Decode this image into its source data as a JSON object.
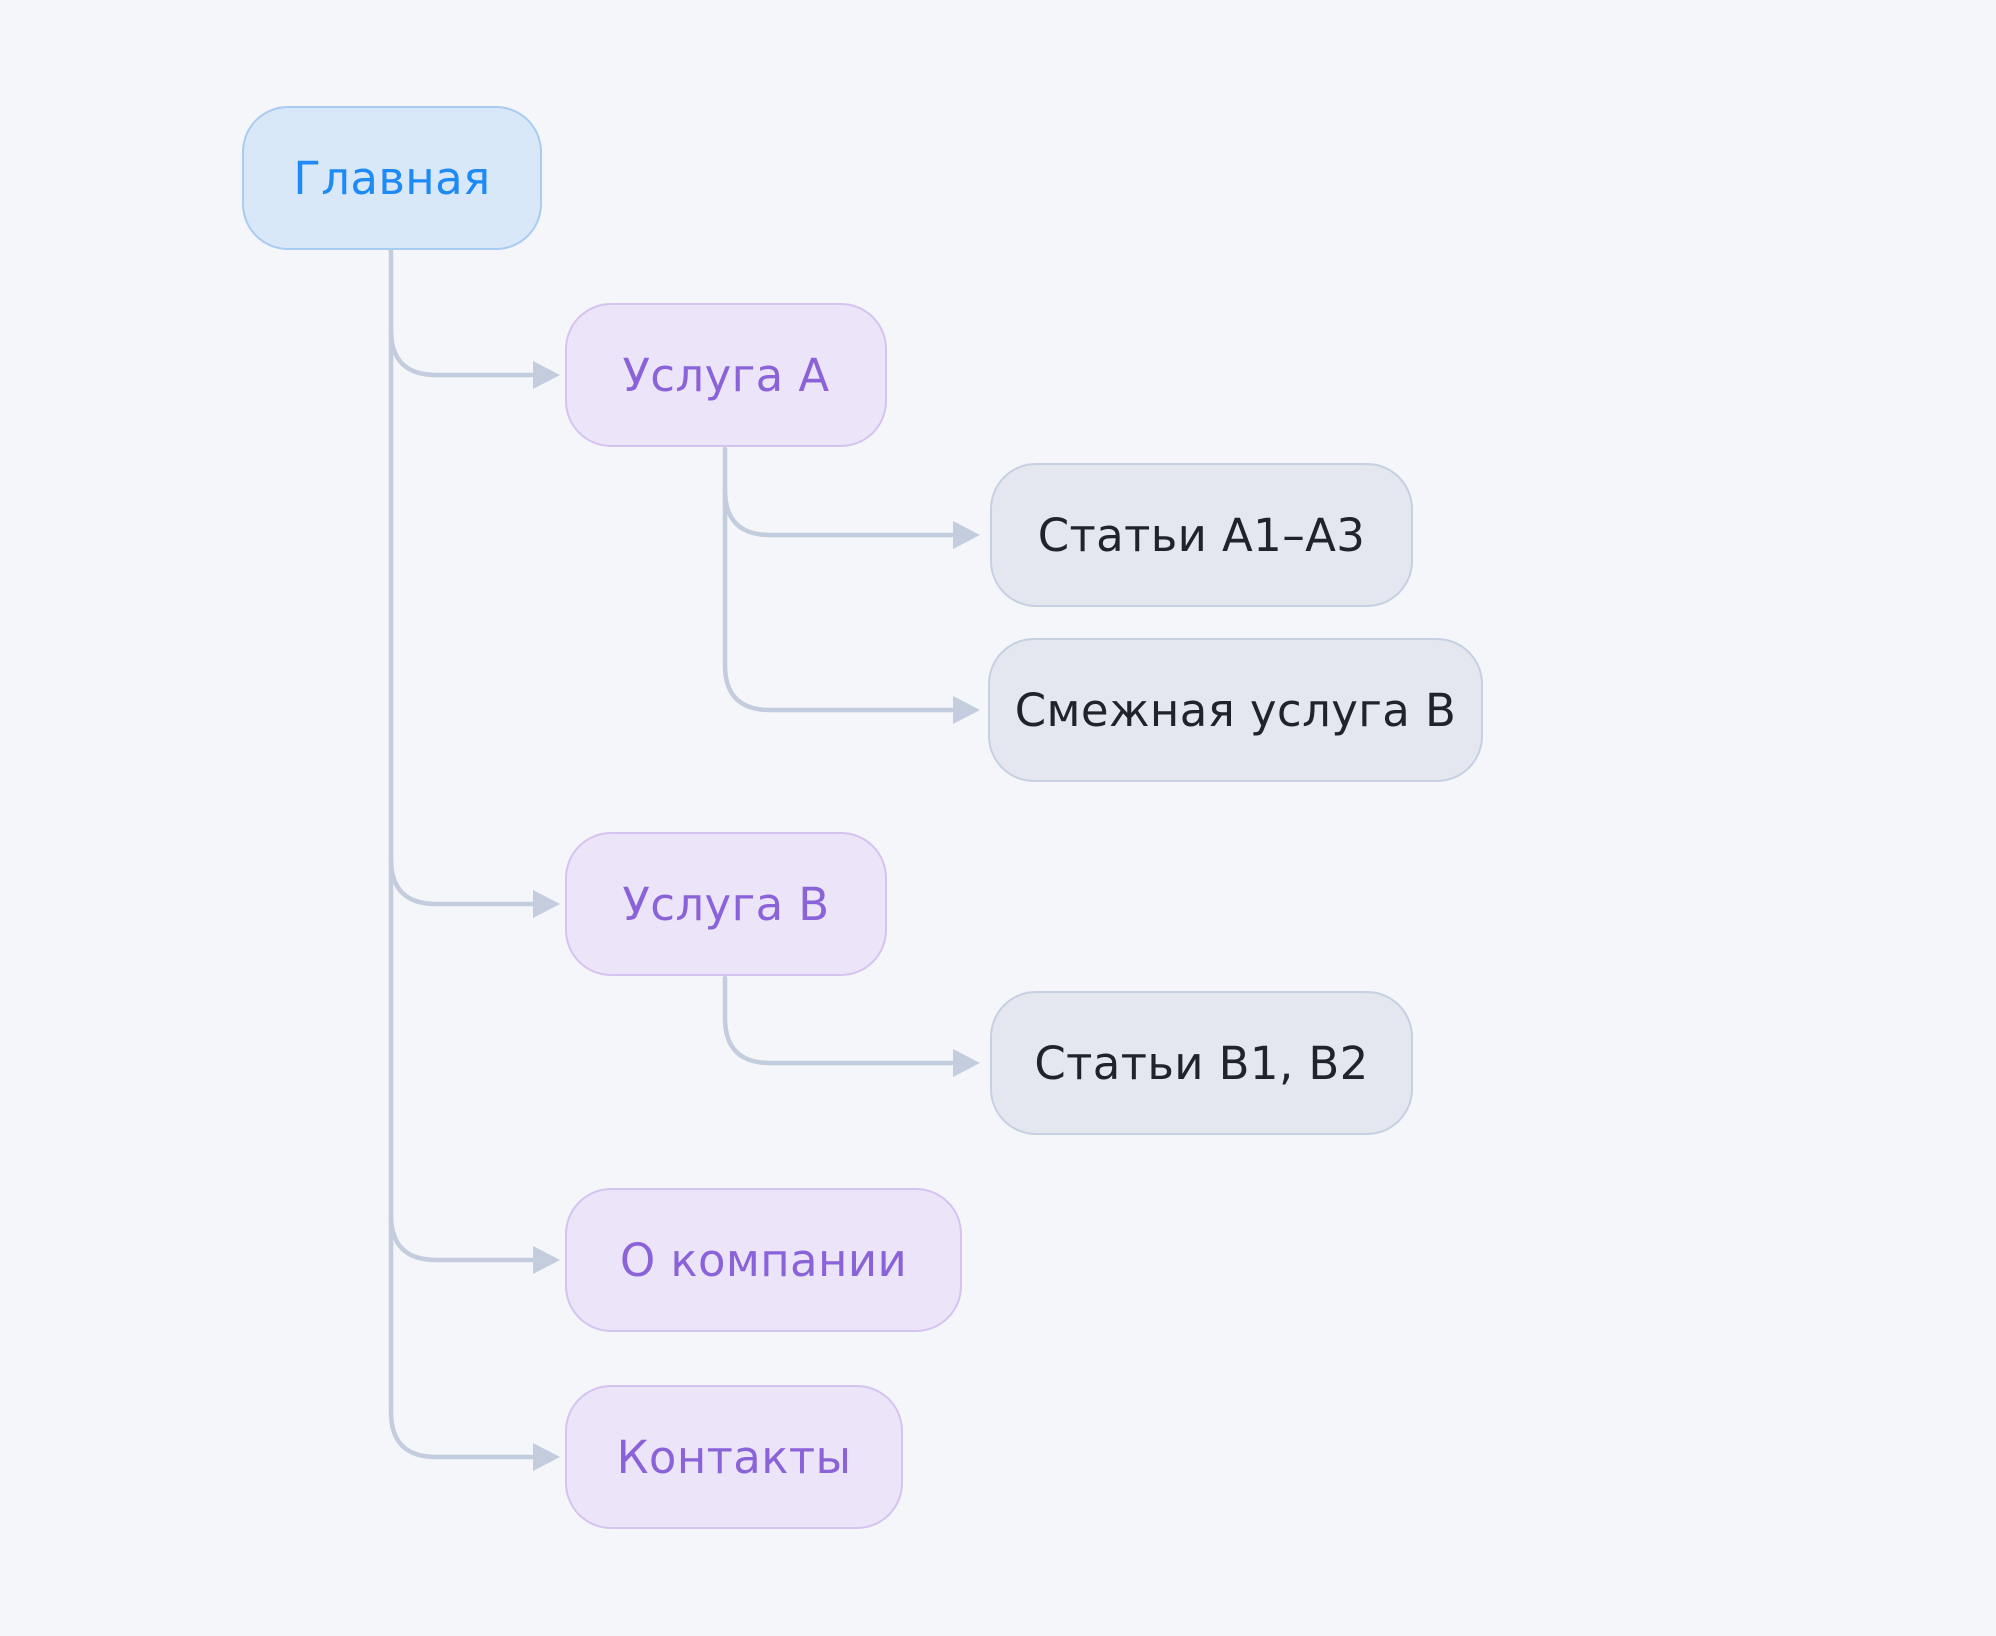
{
  "diagram": {
    "kind": "site-structure-flowchart",
    "nodes": [
      {
        "id": "home",
        "label": "Главная",
        "role": "primary"
      },
      {
        "id": "service-a",
        "label": "Услуга А",
        "role": "secondary"
      },
      {
        "id": "articles-a",
        "label": "Статьи А1–А3",
        "role": "tertiary"
      },
      {
        "id": "related-b",
        "label": "Смежная услуга В",
        "role": "tertiary"
      },
      {
        "id": "service-b",
        "label": "Услуга В",
        "role": "secondary"
      },
      {
        "id": "articles-b",
        "label": "Статьи В1, В2",
        "role": "tertiary"
      },
      {
        "id": "about",
        "label": "О компании",
        "role": "secondary"
      },
      {
        "id": "contacts",
        "label": "Контакты",
        "role": "secondary"
      }
    ],
    "edges": [
      {
        "from": "home",
        "to": "service-a"
      },
      {
        "from": "home",
        "to": "service-b"
      },
      {
        "from": "home",
        "to": "about"
      },
      {
        "from": "home",
        "to": "contacts"
      },
      {
        "from": "service-a",
        "to": "articles-a"
      },
      {
        "from": "service-a",
        "to": "related-b"
      },
      {
        "from": "service-b",
        "to": "articles-b"
      }
    ],
    "colors": {
      "page_bg": "#f4f6f9",
      "connector": "#c3cdde",
      "primary_bg": "#d9e8f9",
      "primary_border": "#a9cbf1",
      "primary_text": "#1e8af5",
      "secondary_bg": "#ece4f9",
      "secondary_border": "#d5c3f0",
      "secondary_text": "#8b63d8",
      "tertiary_bg": "#e4e7f0",
      "tertiary_border": "#c6d0e2",
      "tertiary_text": "#20232b"
    }
  }
}
